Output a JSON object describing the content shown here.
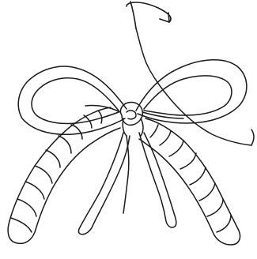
{
  "drawing": {
    "style": "hand-drawn line art",
    "stroke_color": "#1a1a1a",
    "background_color": "#ffffff",
    "parts": [
      "arrow-icon",
      "loop-left",
      "loop-right",
      "tail-left",
      "tail-right",
      "bow-knot",
      "segmented-cord-left",
      "segmented-cord-right",
      "crossing-line"
    ]
  }
}
